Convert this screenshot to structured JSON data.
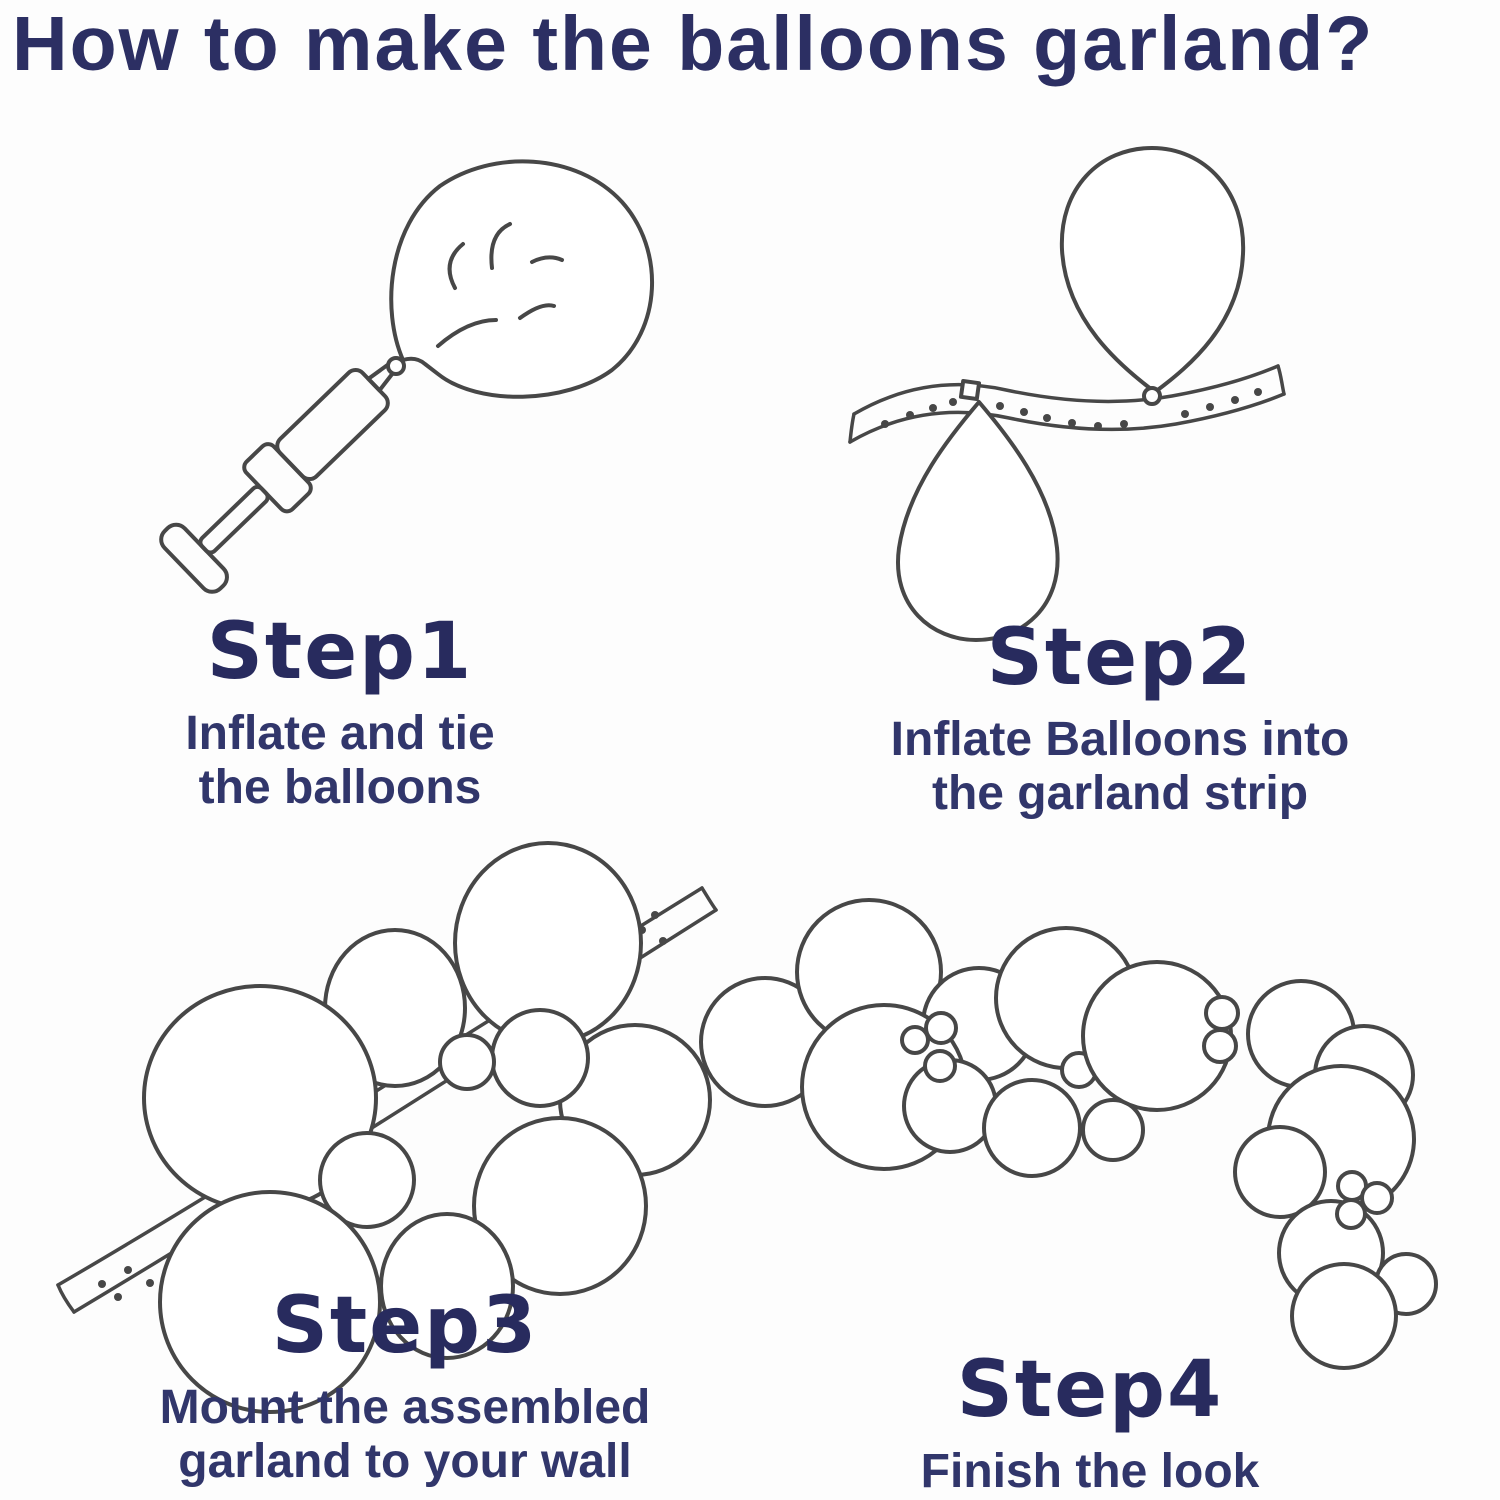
{
  "page": {
    "title": "How to make the balloons garland?"
  },
  "colors": {
    "text_navy": "#2c2f63",
    "heading_navy": "#282b5e",
    "line_art_gray": "#474747",
    "background": "#fdfdfd"
  },
  "steps": [
    {
      "label": "Step1",
      "lines": [
        "Inflate and tie",
        "the balloons"
      ],
      "illustration": "hand-pump-inflating-balloon"
    },
    {
      "label": "Step2",
      "lines": [
        "Inflate Balloons into",
        "the garland strip"
      ],
      "illustration": "two-balloons-tied-into-garland-strip"
    },
    {
      "label": "Step3",
      "lines": [
        "Mount the assembled",
        "garland to your wall"
      ],
      "illustration": "assembled-balloon-garland-cluster-on-strip"
    },
    {
      "label": "Step4",
      "lines": [
        "Finish the look"
      ],
      "illustration": "finished-balloon-garland-arch"
    }
  ]
}
